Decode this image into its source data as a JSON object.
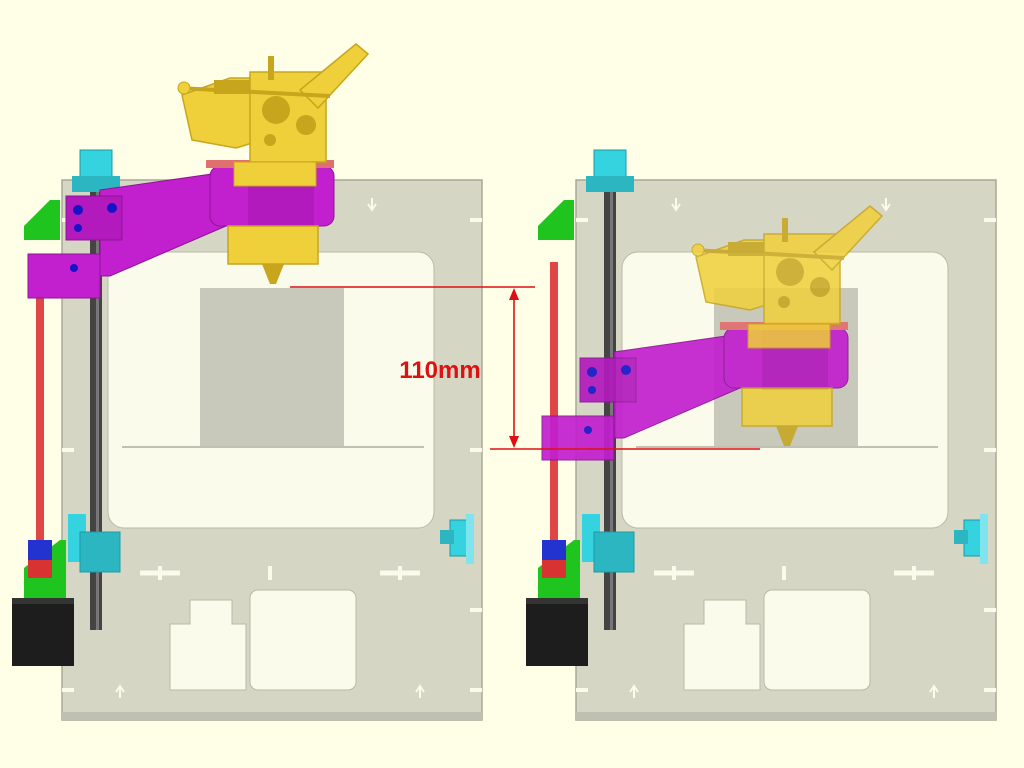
{
  "dimension": {
    "label": "110mm",
    "color": "#dd1111"
  },
  "colors": {
    "background": "#fffee6",
    "frame": "#cfcfbd",
    "frame_stroke": "#a9a99a",
    "window": "#fbfbec",
    "bed": "#c9c9bb",
    "rod": "#444444",
    "carriage": "#c21fcf",
    "carriage_dark": "#8d1494",
    "hotend": "#f0d03a",
    "hotend_dark": "#c7a51d",
    "screw_blue": "#1515c8",
    "coupler_cyan": "#35d2e0",
    "bracket_green": "#1fc41f",
    "motor_black": "#1d1d1d",
    "red_rod": "#e04646"
  },
  "views": [
    {
      "id": "left",
      "state": "carriage-up"
    },
    {
      "id": "right",
      "state": "carriage-down"
    }
  ]
}
